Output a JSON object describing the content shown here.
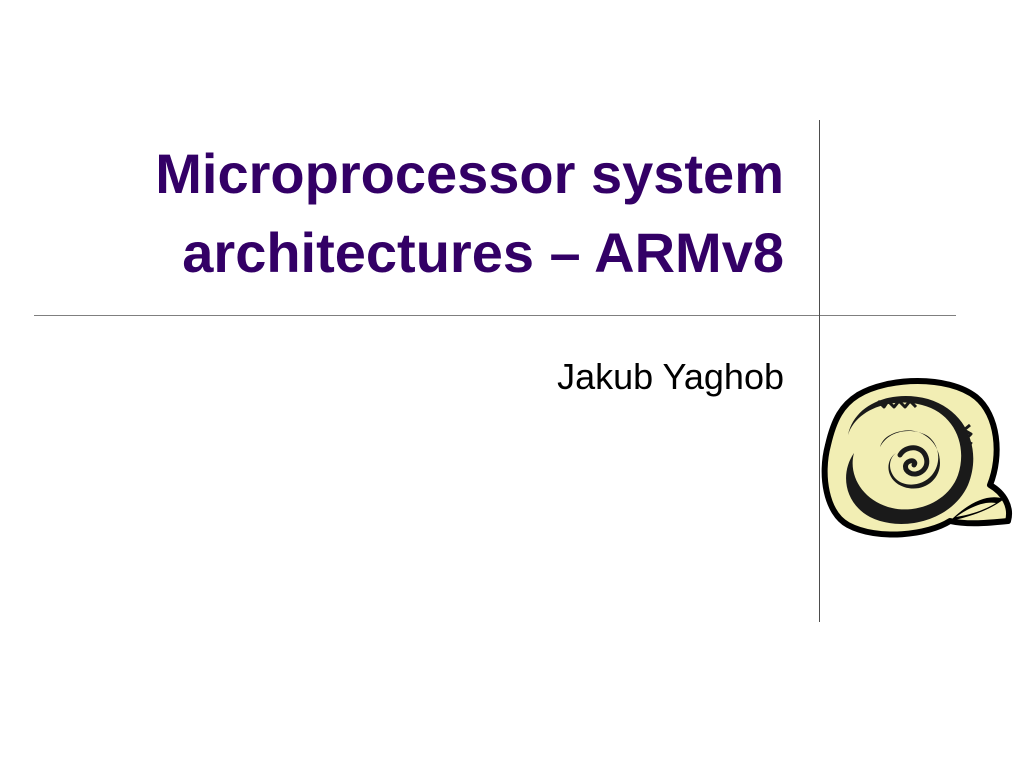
{
  "slide": {
    "title_line_1": "Microprocessor system",
    "title_line_2": "architectures – ARMv8",
    "subtitle": "Jakub Yaghob"
  },
  "colors": {
    "title": "#330066",
    "subtitle": "#000000",
    "rule": "#7f7f7f",
    "scroll_fill": "#f2eeb4",
    "scroll_stroke": "#000000"
  },
  "icons": {
    "decoration": "scroll-icon"
  }
}
